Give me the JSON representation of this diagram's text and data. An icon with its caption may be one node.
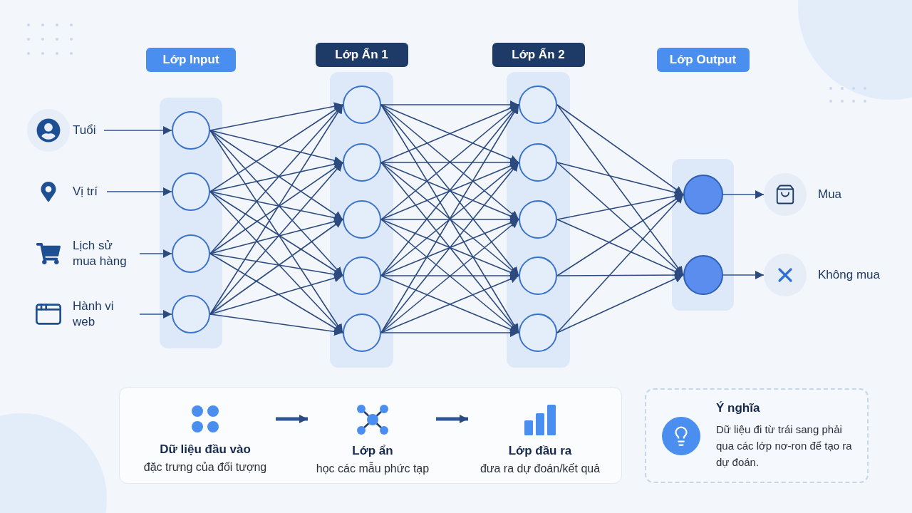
{
  "diagram": {
    "nodes": [
      {
        "text": [
          "Tuổi"
        ]
      },
      {
        "text": [
          "Vị trí"
        ]
      },
      {
        "text": [
          "Lịch sử mua hàng"
        ]
      },
      {
        "text": [
          "Hành vi web"
        ]
      },
      {
        "text": [
          "Lớp Input"
        ]
      },
      {
        "text": [],
        "shape": "circle",
        "in": 4
      },
      {
        "text": [],
        "shape": "circle",
        "in": 4
      },
      {
        "text": [],
        "shape": "circle",
        "in": 4
      },
      {
        "text": [],
        "shape": "circle",
        "in": 4
      },
      {
        "text": [
          "Lớp Ẩn 1"
        ]
      },
      {
        "text": [],
        "shape": "circle",
        "in": 9
      },
      {
        "text": [],
        "shape": "circle",
        "in": 9
      },
      {
        "text": [],
        "shape": "circle",
        "in": 9
      },
      {
        "text": [],
        "shape": "circle",
        "in": 9
      },
      {
        "text": [],
        "shape": "circle",
        "in": 9
      },
      {
        "text": [
          "Lớp Ẩn 2"
        ]
      },
      {
        "text": [],
        "shape": "circle",
        "in": 15
      },
      {
        "text": [],
        "shape": "circle",
        "in": 15
      },
      {
        "text": [],
        "shape": "circle",
        "in": 15
      },
      {
        "text": [],
        "shape": "circle",
        "in": 15
      },
      {
        "text": [],
        "shape": "circle",
        "in": 15
      },
      {
        "text": [
          "Lớp Output"
        ]
      },
      {
        "text": [],
        "shape": "circle",
        "in": 21
      },
      {
        "text": [],
        "shape": "circle",
        "in": 21
      },
      {
        "text": [
          "Mua"
        ]
      },
      {
        "text": [
          "Không mua"
        ]
      },
      {
        "text": [],
        "shape": "box"
      },
      {
        "text": [
          "Dữ liệu đầu vào",
          "đặc trưng của đối tượng"
        ],
        "in": 26
      },
      {
        "text": [
          "Lớp ẩn",
          "học các mẫu phức tạp"
        ],
        "in": 26
      },
      {
        "text": [
          "Lớp đầu ra",
          "đưa ra dự đoán/kết quả"
        ],
        "in": 26
      },
      {
        "text": [
          "Ý nghĩa",
          "Dữ liệu đi từ trái sang phải qua các lớp nơ-ron để tạo ra dự đoán."
        ]
      }
    ],
    "edges": [
      {
        "from": 0,
        "to": 5,
        "arrow": "to"
      },
      {
        "from": 1,
        "to": 6,
        "arrow": "to"
      },
      {
        "from": 2,
        "to": 7,
        "arrow": "to"
      },
      {
        "from": 3,
        "to": 8,
        "arrow": "to"
      },
      {
        "from": 5,
        "to": 10,
        "arrow": "to"
      },
      {
        "from": 5,
        "to": 11,
        "arrow": "to"
      },
      {
        "from": 5,
        "to": 12,
        "arrow": "to"
      },
      {
        "from": 5,
        "to": 13,
        "arrow": "to"
      },
      {
        "from": 5,
        "to": 14,
        "arrow": "to"
      },
      {
        "from": 6,
        "to": 10,
        "arrow": "to"
      },
      {
        "from": 6,
        "to": 11,
        "arrow": "to"
      },
      {
        "from": 6,
        "to": 12,
        "arrow": "to"
      },
      {
        "from": 6,
        "to": 13,
        "arrow": "to"
      },
      {
        "from": 6,
        "to": 14,
        "arrow": "to"
      },
      {
        "from": 7,
        "to": 10,
        "arrow": "to"
      },
      {
        "from": 7,
        "to": 11,
        "arrow": "to"
      },
      {
        "from": 7,
        "to": 12,
        "arrow": "to"
      },
      {
        "from": 7,
        "to": 13,
        "arrow": "to"
      },
      {
        "from": 7,
        "to": 14,
        "arrow": "to"
      },
      {
        "from": 8,
        "to": 10,
        "arrow": "to"
      },
      {
        "from": 8,
        "to": 11,
        "arrow": "to"
      },
      {
        "from": 8,
        "to": 12,
        "arrow": "to"
      },
      {
        "from": 8,
        "to": 13,
        "arrow": "to"
      },
      {
        "from": 8,
        "to": 14,
        "arrow": "to"
      },
      {
        "from": 10,
        "to": 16,
        "arrow": "to"
      },
      {
        "from": 10,
        "to": 17,
        "arrow": "to"
      },
      {
        "from": 10,
        "to": 18,
        "arrow": "to"
      },
      {
        "from": 10,
        "to": 19,
        "arrow": "to"
      },
      {
        "from": 10,
        "to": 20,
        "arrow": "to"
      },
      {
        "from": 11,
        "to": 16,
        "arrow": "to"
      },
      {
        "from": 11,
        "to": 17,
        "arrow": "to"
      },
      {
        "from": 11,
        "to": 18,
        "arrow": "to"
      },
      {
        "from": 11,
        "to": 19,
        "arrow": "to"
      },
      {
        "from": 11,
        "to": 20,
        "arrow": "to"
      },
      {
        "from": 12,
        "to": 16,
        "arrow": "to"
      },
      {
        "from": 12,
        "to": 17,
        "arrow": "to"
      },
      {
        "from": 12,
        "to": 18,
        "arrow": "to"
      },
      {
        "from": 12,
        "to": 19,
        "arrow": "to"
      },
      {
        "from": 12,
        "to": 20,
        "arrow": "to"
      },
      {
        "from": 13,
        "to": 16,
        "arrow": "to"
      },
      {
        "from": 13,
        "to": 17,
        "arrow": "to"
      },
      {
        "from": 13,
        "to": 18,
        "arrow": "to"
      },
      {
        "from": 13,
        "to": 19,
        "arrow": "to"
      },
      {
        "from": 13,
        "to": 20,
        "arrow": "to"
      },
      {
        "from": 14,
        "to": 16,
        "arrow": "to"
      },
      {
        "from": 14,
        "to": 17,
        "arrow": "to"
      },
      {
        "from": 14,
        "to": 18,
        "arrow": "to"
      },
      {
        "from": 14,
        "to": 19,
        "arrow": "to"
      },
      {
        "from": 14,
        "to": 20,
        "arrow": "to"
      },
      {
        "from": 16,
        "to": 22,
        "arrow": "to"
      },
      {
        "from": 16,
        "to": 23,
        "arrow": "to"
      },
      {
        "from": 17,
        "to": 22,
        "arrow": "to"
      },
      {
        "from": 17,
        "to": 23,
        "arrow": "to"
      },
      {
        "from": 18,
        "to": 22,
        "arrow": "to"
      },
      {
        "from": 18,
        "to": 23,
        "arrow": "to"
      },
      {
        "from": 19,
        "to": 22,
        "arrow": "to"
      },
      {
        "from": 19,
        "to": 23,
        "arrow": "to"
      },
      {
        "from": 20,
        "to": 22,
        "arrow": "to"
      },
      {
        "from": 20,
        "to": 23,
        "arrow": "to"
      },
      {
        "from": 22,
        "to": 24,
        "arrow": "to"
      },
      {
        "from": 23,
        "to": 25,
        "arrow": "to"
      },
      {
        "from": 27,
        "to": 28,
        "arrow": "to",
        "style": "thick"
      },
      {
        "from": 28,
        "to": 29,
        "arrow": "to",
        "style": "thick"
      }
    ]
  }
}
